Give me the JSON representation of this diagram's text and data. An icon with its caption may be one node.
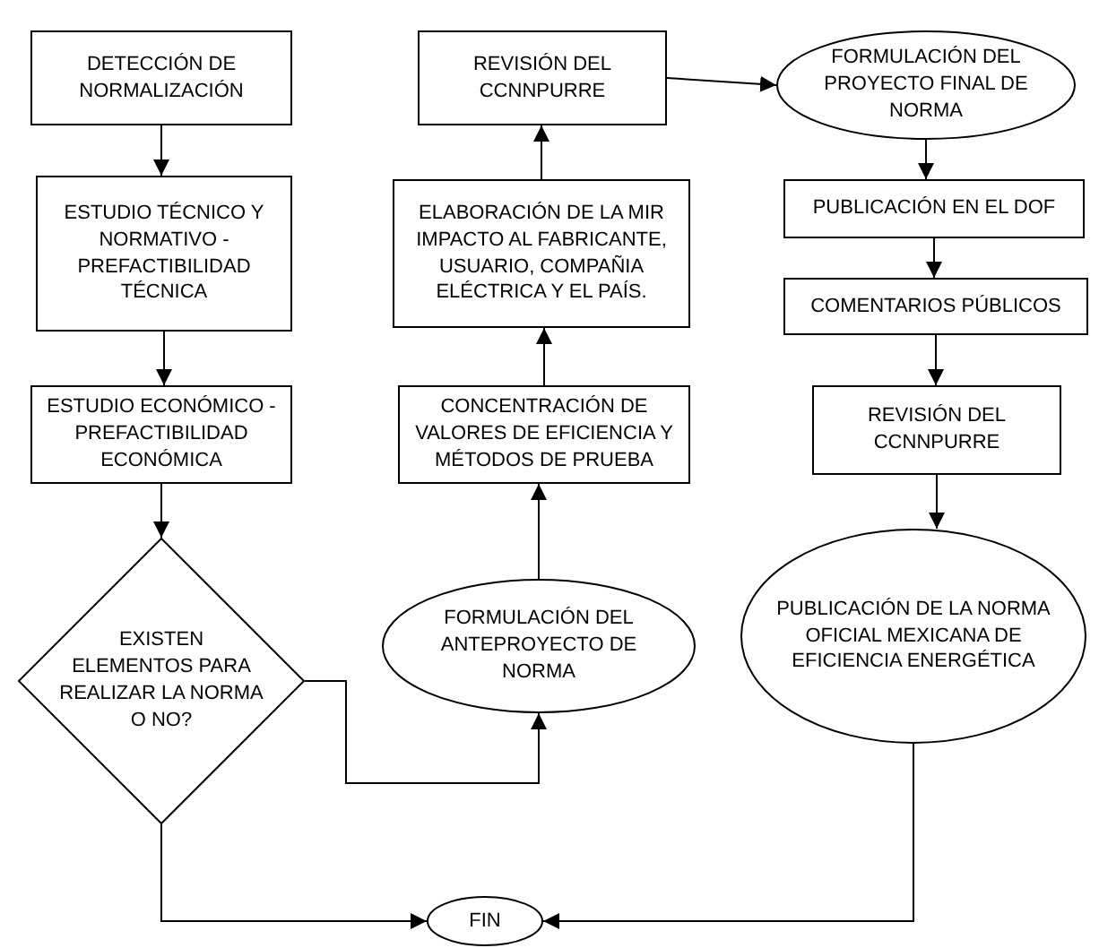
{
  "diagram": {
    "nodes": [
      {
        "text": [
          "DETECCIÓN DE NORMALIZACIÓN"
        ]
      },
      {
        "text": [
          "ESTUDIO TÉCNICO Y NORMATIVO - PREFACTIBILIDAD TÉCNICA"
        ]
      },
      {
        "text": [
          "ESTUDIO ECONÓMICO - PREFACTIBILIDAD ECONÓMICA"
        ]
      },
      {
        "text": [
          "EXISTEN ELEMENTOS PARA REALIZAR LA NORMA O NO?"
        ]
      },
      {
        "text": [
          "FORMULACIÓN DEL ANTEPROYECTO DE NORMA"
        ]
      },
      {
        "text": [
          "CONCENTRACIÓN DE VALORES DE EFICIENCIA Y MÉTODOS DE PRUEBA"
        ]
      },
      {
        "text": [
          "ELABORACIÓN DE LA MIR IMPACTO AL FABRICANTE, USUARIO, COMPAÑIA ELÉCTRICA Y EL PAÍS."
        ]
      },
      {
        "text": [
          "REVISIÓN DEL CCNNPURRE"
        ]
      },
      {
        "text": [
          "FORMULACIÓN DEL PROYECTO FINAL DE NORMA"
        ]
      },
      {
        "text": [
          "PUBLICACIÓN EN EL DOF"
        ]
      },
      {
        "text": [
          "COMENTARIOS PÚBLICOS"
        ]
      },
      {
        "text": [
          "REVISIÓN DEL CCNNPURRE"
        ]
      },
      {
        "text": [
          "PUBLICACIÓN DE LA NORMA OFICIAL MEXICANA DE EFICIENCIA ENERGÉTICA"
        ]
      },
      {
        "text": [
          "FIN"
        ]
      }
    ],
    "edges": [
      {
        "from": 0,
        "to": 1,
        "arrow": "to"
      },
      {
        "from": 1,
        "to": 2,
        "arrow": "to"
      },
      {
        "from": 2,
        "to": 3,
        "arrow": "to"
      },
      {
        "from": 3,
        "to": 4,
        "arrow": "to"
      },
      {
        "from": 4,
        "to": 5,
        "arrow": "to"
      },
      {
        "from": 5,
        "to": 6,
        "arrow": "to"
      },
      {
        "from": 6,
        "to": 7,
        "arrow": "to"
      },
      {
        "from": 7,
        "to": 8,
        "arrow": "to"
      },
      {
        "from": 8,
        "to": 9,
        "arrow": "to"
      },
      {
        "from": 9,
        "to": 10,
        "arrow": "to"
      },
      {
        "from": 10,
        "to": 11,
        "arrow": "to"
      },
      {
        "from": 11,
        "to": 12,
        "arrow": "to"
      },
      {
        "from": 3,
        "to": 13,
        "arrow": "to"
      },
      {
        "from": 12,
        "to": 13,
        "arrow": "to"
      }
    ]
  }
}
